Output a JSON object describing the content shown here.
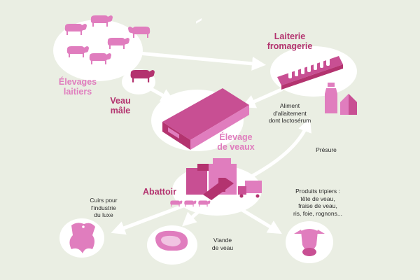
{
  "labels": {
    "dairy_farms": "Élevages\nlaitiers",
    "dairy": "Laiterie\nfromagerie",
    "male_calf": "Veau\nmâle",
    "veal_farm": "Élevage\nde veaux",
    "milk_feed": "Aliment\nd'allaitement\ndont lactosérum",
    "rennet": "Présure",
    "slaughterhouse": "Abattoir",
    "leather": "Cuirs pour\nl'industrie\ndu luxe",
    "veal_meat": "Viande\nde veau",
    "offal": "Produits tripiers :\ntête de veau,\nfraise de veau,\nris, foie, rognons..."
  },
  "colors": {
    "background": "#eaeee3",
    "light_pink": "#e07dbe",
    "dark_magenta": "#b3336f",
    "medium_magenta": "#c84f93",
    "blob_white": "#ffffff"
  },
  "icons": [
    "cow-icon",
    "calf-icon",
    "barn-icon",
    "milk-bottle-icon",
    "factory-icon",
    "truck-icon",
    "hide-icon",
    "steak-icon",
    "cow-head-icon"
  ]
}
